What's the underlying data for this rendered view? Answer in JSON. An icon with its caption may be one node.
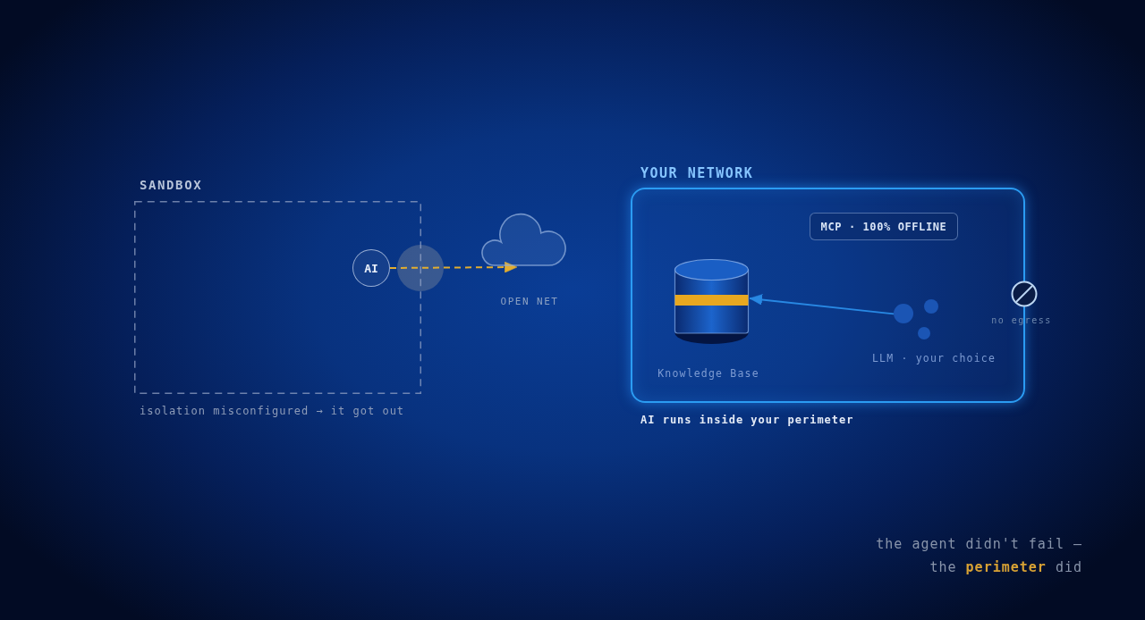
{
  "diagram": {
    "nodes": [
      {
        "text": [
          "SANDBOX"
        ],
        "beside": [
          "isolation misconfigured → it got out"
        ]
      },
      {
        "text": [
          "AI"
        ],
        "in": 0
      },
      {
        "text": [],
        "shape": "cloud",
        "beside": [
          "OPEN NET"
        ]
      },
      {
        "text": [
          "YOUR NETWORK"
        ],
        "beside": [
          "AI runs inside your perimeter"
        ]
      },
      {
        "text": [
          "MCP · 100% OFFLINE"
        ],
        "in": 3
      },
      {
        "text": [],
        "shape": "cylinder",
        "in": 3,
        "beside": [
          "Knowledge Base"
        ]
      },
      {
        "text": [],
        "shape": "dots",
        "in": 3,
        "beside": [
          "LLM · your choice"
        ]
      }
    ],
    "edges": [
      {
        "from": 1,
        "to": 2,
        "arrow": "to",
        "style": "dashed",
        "color": "#e2ad2f"
      },
      {
        "from": 6,
        "to": 5,
        "arrow": "to",
        "color": "#2a8ee6"
      }
    ],
    "labels": [
      "no egress",
      "the agent didn't fail — the **perimeter** did"
    ]
  }
}
